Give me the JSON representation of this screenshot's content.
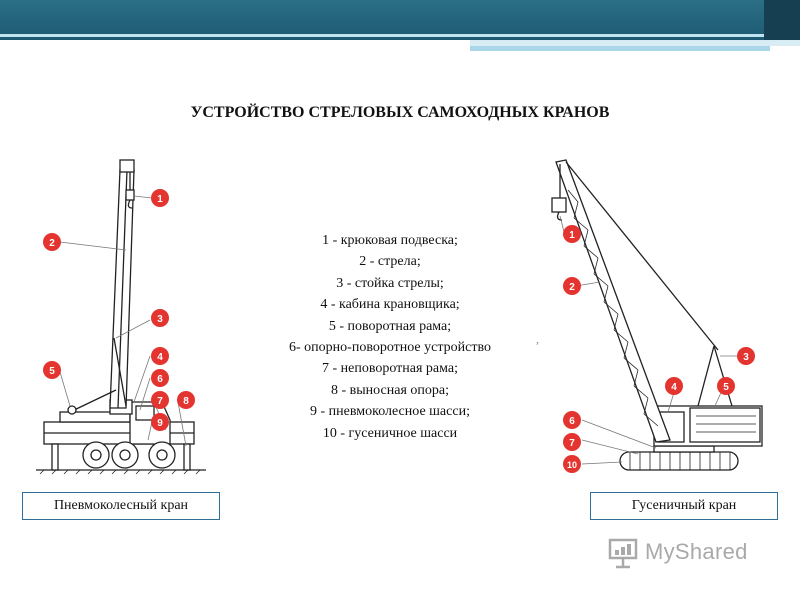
{
  "title": "УСТРОЙСТВО СТРЕЛОВЫХ САМОХОДНЫХ КРАНОВ",
  "legend": [
    "1 - крюковая подвеска;",
    "2 - стрела;",
    "3 - стойка стрелы;",
    "4 - кабина крановщика;",
    "5 - поворотная рама;",
    "6- опорно-поворотное устройство",
    "7 - неповоротная рама;",
    "8 - выносная опора;",
    "9 - пневмоколесное шасси;",
    "10 - гусеничное шасси"
  ],
  "left_crane": {
    "caption": "Пневмоколесный кран",
    "markers": [
      "1",
      "2",
      "3",
      "4",
      "5",
      "6",
      "7",
      "8",
      "9"
    ]
  },
  "right_crane": {
    "caption": "Гусеничный кран",
    "markers": [
      "1",
      "2",
      "3",
      "4",
      "5",
      "6",
      "7",
      "10"
    ]
  },
  "stray_mark": ",",
  "logo": {
    "text": "MyShared"
  },
  "colors": {
    "marker": "#e3342f",
    "header": "#1d5a72",
    "caption_border": "#2d6f96"
  }
}
